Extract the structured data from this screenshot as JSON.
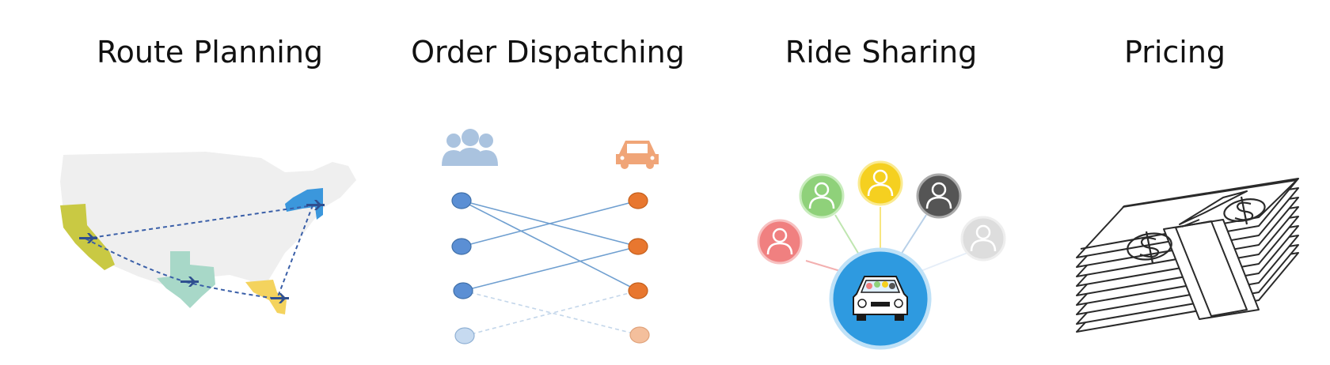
{
  "panels": [
    {
      "id": "route",
      "title": "Route Planning"
    },
    {
      "id": "dispatch",
      "title": "Order Dispatching"
    },
    {
      "id": "share",
      "title": "Ride Sharing"
    },
    {
      "id": "pricing",
      "title": "Pricing"
    }
  ],
  "colors": {
    "map_land": "#efefef",
    "california": "#c9c943",
    "texas": "#a8d8c8",
    "florida": "#f4d35e",
    "new_york": "#3b97dc",
    "route_line": "#3a5fa8",
    "passenger_node": "#5b8fd4",
    "driver_node": "#e8772f",
    "edge": "#6f9fd0",
    "people_icon": "#aac3df",
    "car_icon": "#f0a578",
    "rider_red": "#f08080",
    "rider_green": "#8fd17a",
    "rider_yellow": "#f5d020",
    "rider_gray": "#555555",
    "rider_light": "#dddddd",
    "hub": "#2e9ae0"
  },
  "icons": [
    "us-map-icon",
    "airplane-icon",
    "people-icon",
    "car-icon",
    "person-icon",
    "shared-car-icon",
    "money-stack-icon",
    "dollar-sign-icon"
  ]
}
